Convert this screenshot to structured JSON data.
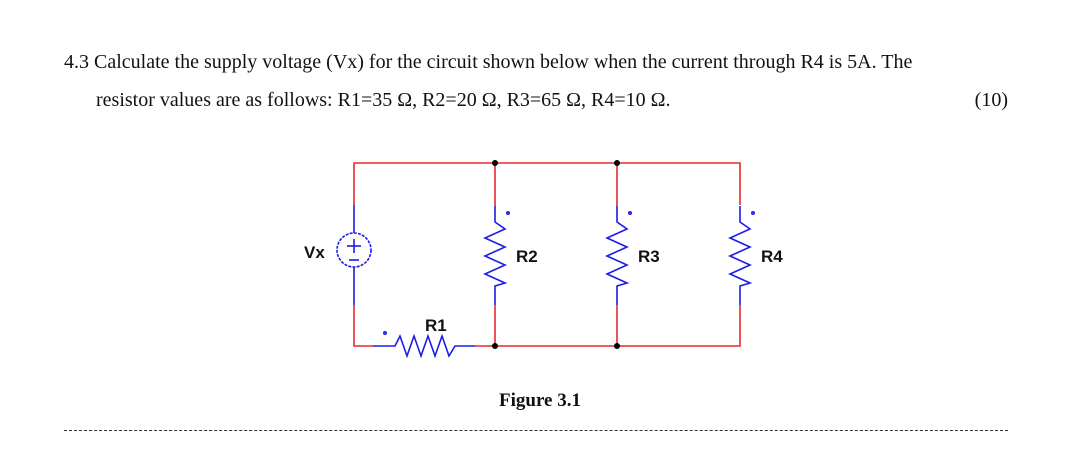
{
  "question": {
    "number": "4.3",
    "line1": "4.3  Calculate the supply voltage (Vx) for the circuit shown below when the current through R4 is 5A. The",
    "line2": "resistor values are as follows: R1=35 Ω, R2=20 Ω, R3=65 Ω, R4=10 Ω.",
    "marks": "(10)"
  },
  "figure": {
    "caption": "Figure 3.1",
    "colors": {
      "wire": "#e8282c",
      "component": "#1c1ce8",
      "node": "#000000"
    },
    "components": {
      "source": {
        "label": "Vx",
        "plus": "+",
        "minus": "−"
      },
      "r1": {
        "label": "R1"
      },
      "r2": {
        "label": "R2"
      },
      "r3": {
        "label": "R3"
      },
      "r4": {
        "label": "R4"
      }
    }
  }
}
